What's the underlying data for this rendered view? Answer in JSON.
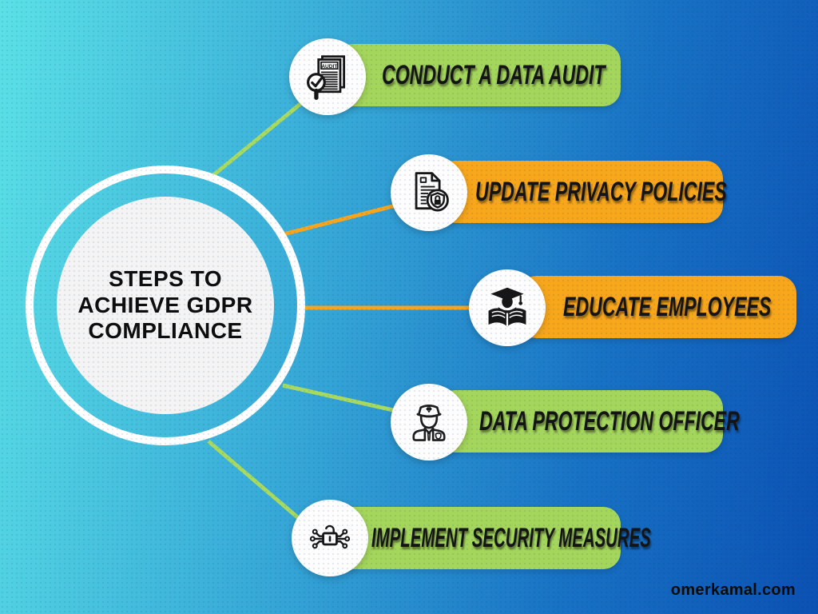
{
  "infographic": {
    "title": "STEPS TO ACHIEVE GDPR COMPLIANCE",
    "title_lines": [
      "STEPS TO",
      "ACHIEVE GDPR",
      "COMPLIANCE"
    ],
    "watermark": "omerkamal.com"
  },
  "colors": {
    "green": "#a5d65c",
    "orange": "#f8a71b",
    "line_green": "#a9da60",
    "line_orange": "#f8a51e",
    "bg_left": "#5be1e6",
    "bg_right": "#0b51b3",
    "ring_white": "#ffffff",
    "inner_circle": "#f4f4f4",
    "text_black": "#141414"
  },
  "steps": [
    {
      "label": "CONDUCT A DATA AUDIT",
      "pill_color": "#a5d65c",
      "line_color": "#a9da60",
      "icon": "audit-magnifier-icon",
      "icon_text": "AUDIT"
    },
    {
      "label": "UPDATE PRIVACY POLICIES",
      "pill_color": "#f8a71b",
      "line_color": "#f8a51e",
      "icon": "document-shield-lock-icon"
    },
    {
      "label": "EDUCATE EMPLOYEES",
      "pill_color": "#f8a71b",
      "line_color": "#f8a51e",
      "icon": "graduate-open-book-icon"
    },
    {
      "label": "DATA PROTECTION OFFICER",
      "pill_color": "#a5d65c",
      "line_color": "#a9da60",
      "icon": "police-officer-badge-icon"
    },
    {
      "label": "IMPLEMENT SECURITY MEASURES",
      "pill_color": "#a5d65c",
      "line_color": "#a9da60",
      "icon": "padlock-circuit-icon"
    }
  ]
}
